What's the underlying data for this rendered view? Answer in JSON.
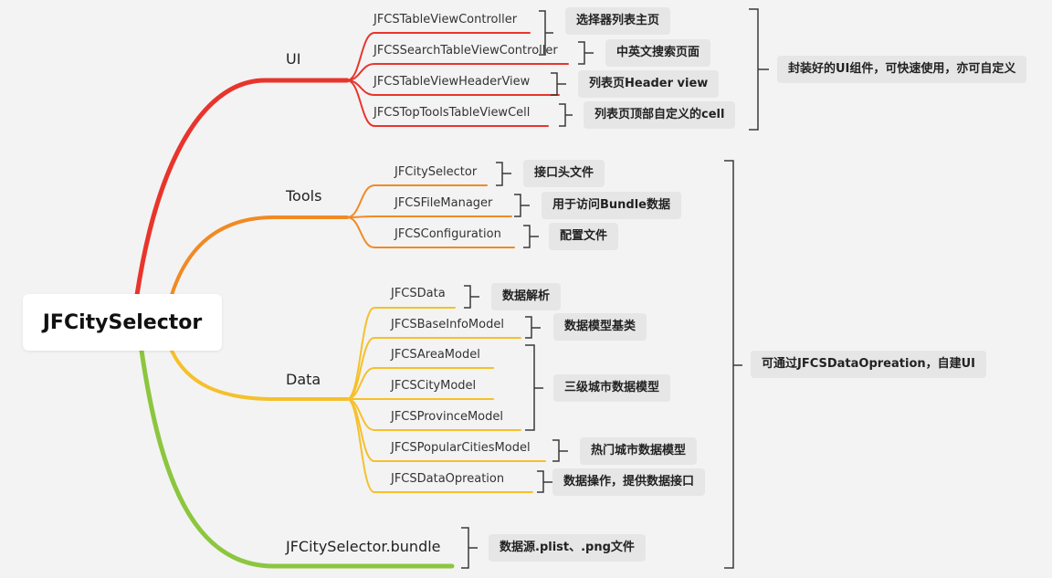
{
  "root": {
    "label": "JFCitySelector"
  },
  "branches": [
    {
      "label": "UI",
      "color": "#e8352c",
      "leaves": [
        "JFCSTableViewController",
        "JFCSSearchTableViewController",
        "JFCSTableViewHeaderView",
        "JFCSTopToolsTableViewCell"
      ]
    },
    {
      "label": "Tools",
      "color": "#f08a24",
      "leaves": [
        "JFCitySelector",
        "JFCSFileManager",
        "JFCSConfiguration"
      ]
    },
    {
      "label": "Data",
      "color": "#f5c02a",
      "leaves": [
        "JFCSData",
        "JFCSBaseInfoModel",
        "JFCSAreaModel",
        "JFCSCityModel",
        "JFCSProvinceModel",
        "JFCSPopularCitiesModel",
        "JFCSDataOpreation"
      ]
    },
    {
      "label": "JFCitySelector.bundle",
      "color": "#8cc63e",
      "leaves": []
    }
  ],
  "notes": {
    "ui_controller": "选择器列表主页",
    "ui_search": "中英文搜索页面",
    "ui_header": "列表页Header view",
    "ui_cell": "列表页顶部自定义的cell",
    "tools_selector": "接口头文件",
    "tools_file": "用于访问Bundle数据",
    "tools_config": "配置文件",
    "data_data": "数据解析",
    "data_base": "数据模型基类",
    "data_levels": "三级城市数据模型",
    "data_popular": "热门城市数据模型",
    "data_opreation": "数据操作，提供数据接口",
    "bundle": "数据源.plist、.png文件"
  },
  "summaries": {
    "ui": "封装好的UI组件，可快速使用，亦可自定义",
    "all": "可通过JFCSDataOpreation，自建UI"
  }
}
